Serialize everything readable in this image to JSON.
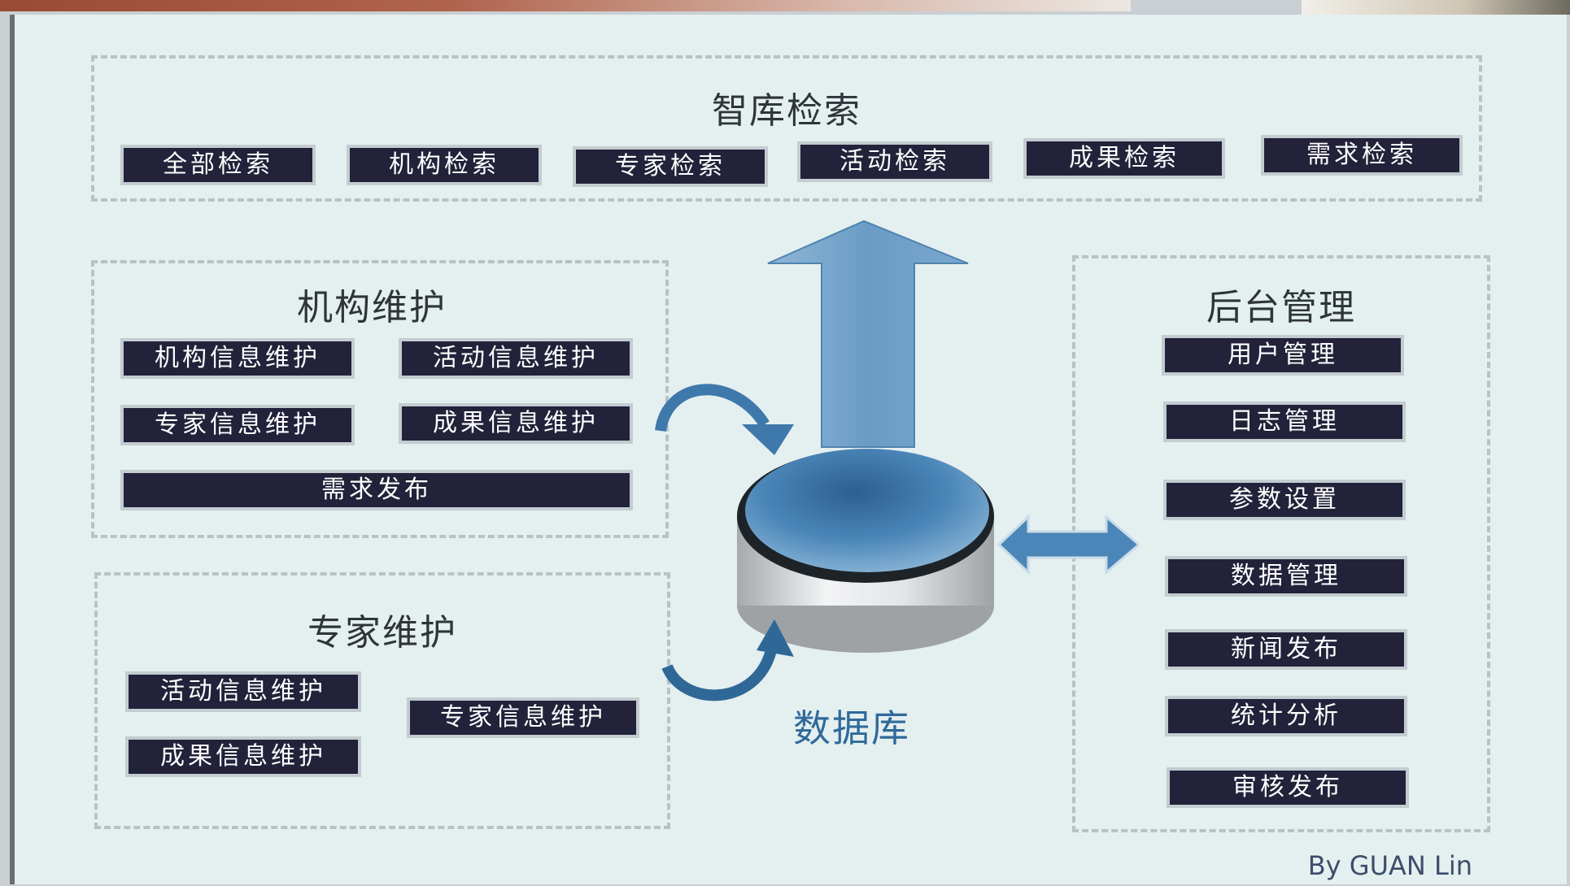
{
  "search_panel": {
    "title": "智库检索",
    "buttons": [
      "全部检索",
      "机构检索",
      "专家检索",
      "活动检索",
      "成果检索",
      "需求检索"
    ]
  },
  "org_panel": {
    "title": "机构维护",
    "buttons": [
      "机构信息维护",
      "活动信息维护",
      "专家信息维护",
      "成果信息维护",
      "需求发布"
    ]
  },
  "expert_panel": {
    "title": "专家维护",
    "buttons": [
      "活动信息维护",
      "专家信息维护",
      "成果信息维护"
    ]
  },
  "admin_panel": {
    "title": "后台管理",
    "buttons": [
      "用户管理",
      "日志管理",
      "参数设置",
      "数据管理",
      "新闻发布",
      "统计分析",
      "审核发布"
    ]
  },
  "database": {
    "label": "数据库"
  },
  "credit": "By GUAN Lin",
  "colors": {
    "button_fill": "#22223a",
    "arrow_blue": "#5b8fba",
    "db_blue": "#4a7fb0",
    "background": "#e4eff0"
  }
}
